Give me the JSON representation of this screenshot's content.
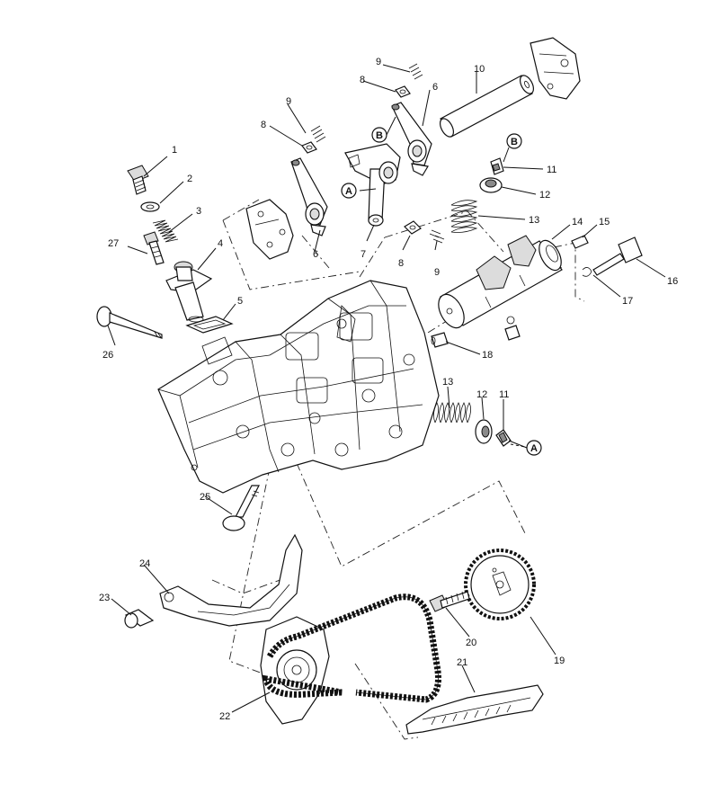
{
  "parts": [
    {
      "id": "p1",
      "number": "1"
    },
    {
      "id": "p2",
      "number": "2"
    },
    {
      "id": "p3",
      "number": "3"
    },
    {
      "id": "p4",
      "number": "4"
    },
    {
      "id": "p5",
      "number": "5"
    },
    {
      "id": "p6a",
      "number": "6"
    },
    {
      "id": "p6b",
      "number": "6"
    },
    {
      "id": "p7",
      "number": "7"
    },
    {
      "id": "p8a",
      "number": "8"
    },
    {
      "id": "p8b",
      "number": "8"
    },
    {
      "id": "p8c",
      "number": "8"
    },
    {
      "id": "p9a",
      "number": "9"
    },
    {
      "id": "p9b",
      "number": "9"
    },
    {
      "id": "p9c",
      "number": "9"
    },
    {
      "id": "p10",
      "number": "10"
    },
    {
      "id": "p11a",
      "number": "11"
    },
    {
      "id": "p11b",
      "number": "11"
    },
    {
      "id": "p12a",
      "number": "12"
    },
    {
      "id": "p12b",
      "number": "12"
    },
    {
      "id": "p13a",
      "number": "13"
    },
    {
      "id": "p13b",
      "number": "13"
    },
    {
      "id": "p14",
      "number": "14"
    },
    {
      "id": "p15",
      "number": "15"
    },
    {
      "id": "p16",
      "number": "16"
    },
    {
      "id": "p17",
      "number": "17"
    },
    {
      "id": "p18",
      "number": "18"
    },
    {
      "id": "p19",
      "number": "19"
    },
    {
      "id": "p20",
      "number": "20"
    },
    {
      "id": "p21",
      "number": "21"
    },
    {
      "id": "p22",
      "number": "22"
    },
    {
      "id": "p23",
      "number": "23"
    },
    {
      "id": "p24",
      "number": "24"
    },
    {
      "id": "p25",
      "number": "25"
    },
    {
      "id": "p26",
      "number": "26"
    },
    {
      "id": "p27",
      "number": "27"
    }
  ],
  "callouts": [
    {
      "id": "cA1",
      "letter": "A"
    },
    {
      "id": "cA2",
      "letter": "A"
    },
    {
      "id": "cB1",
      "letter": "B"
    },
    {
      "id": "cB2",
      "letter": "B"
    }
  ]
}
